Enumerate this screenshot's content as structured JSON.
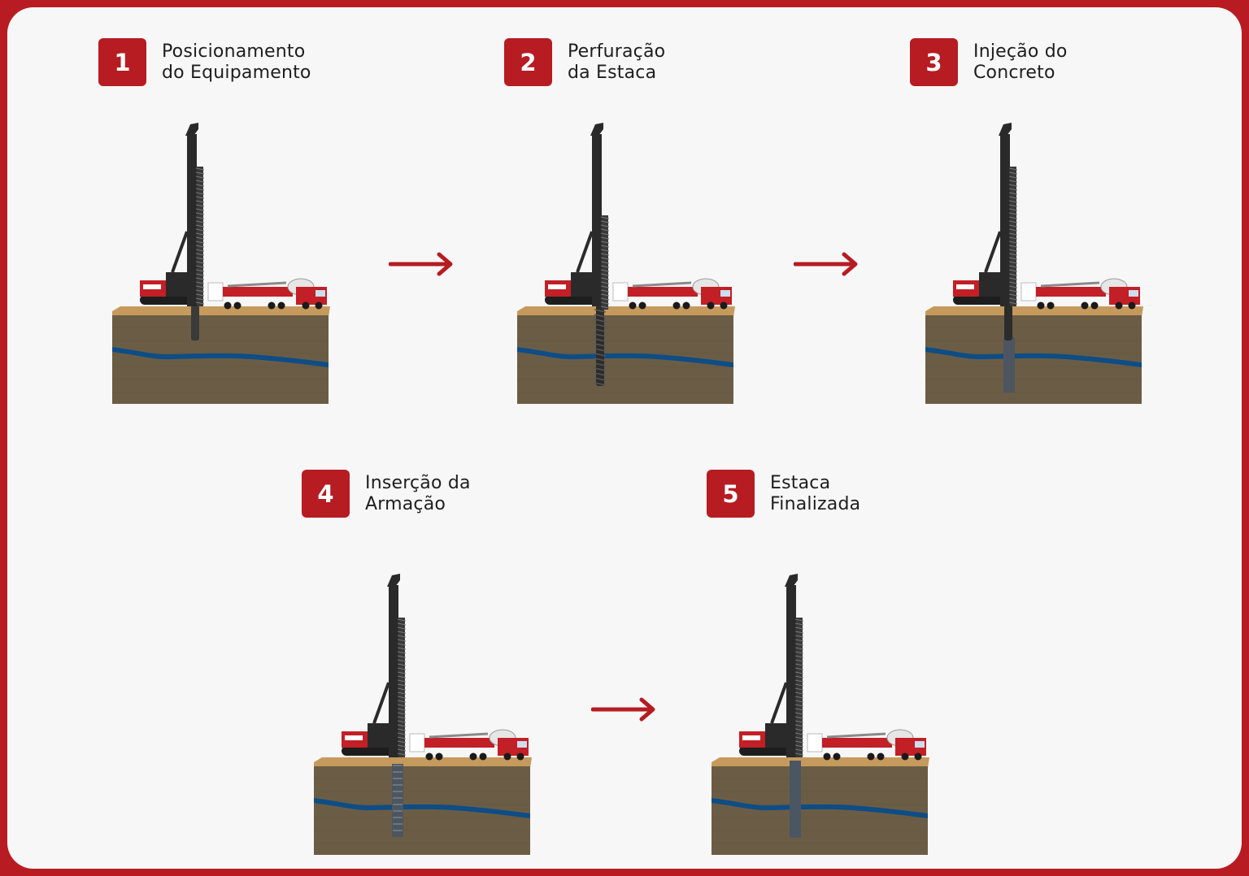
{
  "colors": {
    "frame": "#b81c22",
    "background": "#f7f7f7",
    "badge": "#b61c21",
    "arrow": "#b51c21",
    "soil_front": "#6b5d45",
    "soil_top": "#c69a5c",
    "water": "#0e4d86",
    "rig_body": "#2a2a2a",
    "truck_red": "#c21f26",
    "truck_white": "#ffffff"
  },
  "steps": [
    {
      "number": "1",
      "line1": "Posicionamento",
      "line2": "do Equipamento",
      "icon": "pile-rig-scene",
      "stage": "positioning"
    },
    {
      "number": "2",
      "line1": "Perfuração",
      "line2": "da Estaca",
      "icon": "pile-rig-scene",
      "stage": "drilling"
    },
    {
      "number": "3",
      "line1": "Injeção do",
      "line2": "Concreto",
      "icon": "pile-rig-scene",
      "stage": "concrete"
    },
    {
      "number": "4",
      "line1": "Inserção da",
      "line2": "Armação",
      "icon": "pile-rig-scene",
      "stage": "reinforcement"
    },
    {
      "number": "5",
      "line1": "Estaca",
      "line2": "Finalizada",
      "icon": "pile-rig-scene",
      "stage": "finished"
    }
  ],
  "arrows": [
    "arrow-right-icon",
    "arrow-right-icon",
    "arrow-right-icon"
  ]
}
